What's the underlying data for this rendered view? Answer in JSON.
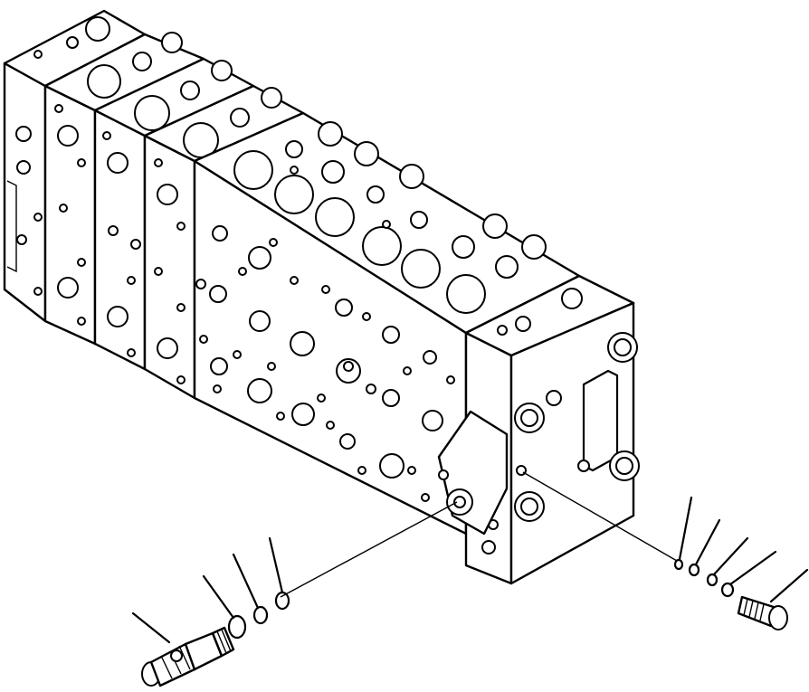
{
  "diagram": {
    "style": "line-art exploded parts view",
    "stroke_color": "#000000",
    "background": "#ffffff",
    "parts": [
      {
        "name": "control-valve-body"
      },
      {
        "name": "left-relief-valve-cartridge"
      },
      {
        "name": "left-backup-ring"
      },
      {
        "name": "left-o-ring-large"
      },
      {
        "name": "left-o-ring-small"
      },
      {
        "name": "right-o-ring-1"
      },
      {
        "name": "right-o-ring-2"
      },
      {
        "name": "right-o-ring-3"
      },
      {
        "name": "right-o-ring-4"
      },
      {
        "name": "right-plug"
      }
    ],
    "leader_line_count": 9
  }
}
